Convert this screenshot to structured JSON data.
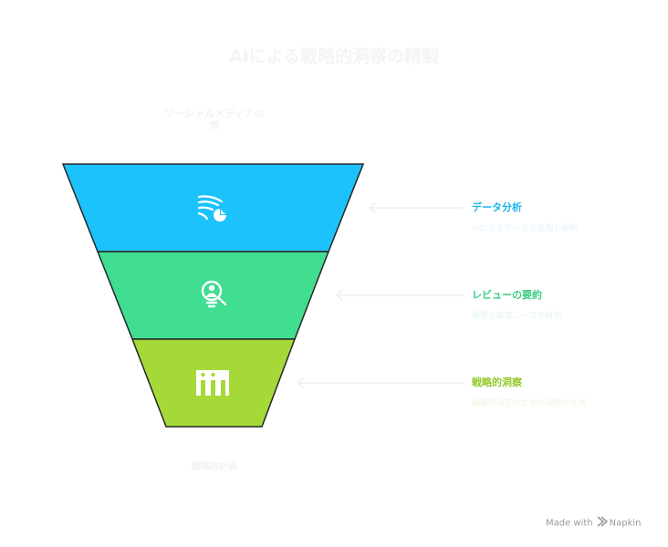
{
  "title": "AIによる戦略的洞察の精製",
  "funnel": {
    "top_label": "ソーシャルメディアの声",
    "bottom_label": "戦略的計画",
    "stages": [
      {
        "heading": "データ分析",
        "description": "AIによるデータの処理と解釈",
        "color": "#1cc2fc",
        "icon": "data-analysis-icon"
      },
      {
        "heading": "レビューの要約",
        "description": "重要な顧客ニーズの特定",
        "color": "#41dd91",
        "icon": "magnifier-person-icon"
      },
      {
        "heading": "戦略的洞察",
        "description": "戦略的決定のための洞察の生成",
        "color": "#a5d938",
        "icon": "building-blocks-icon"
      }
    ]
  },
  "footer": {
    "made_with": "Made with",
    "brand": "Napkin"
  }
}
